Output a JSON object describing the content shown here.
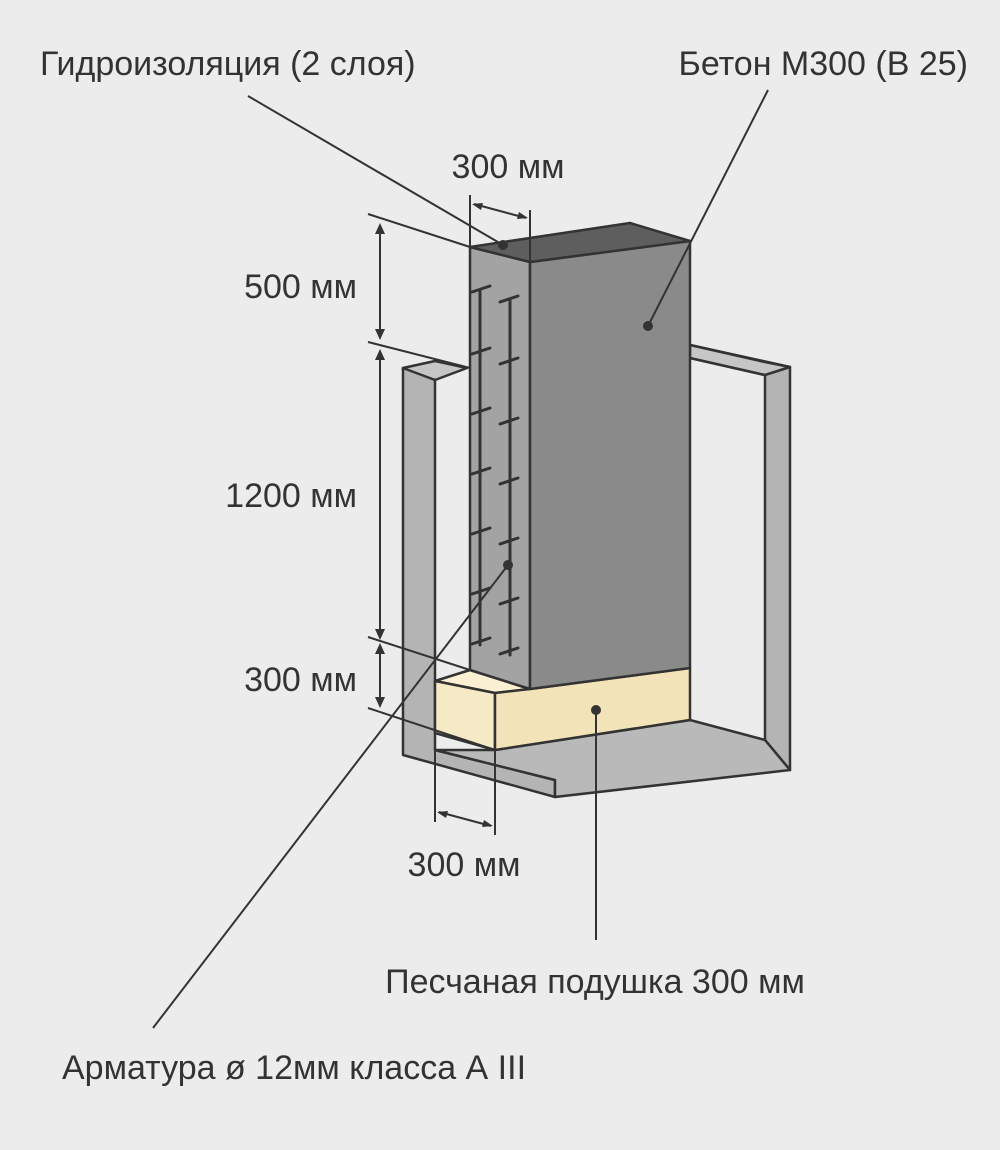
{
  "labels": {
    "waterproofing": "Гидроизоляция (2 слоя)",
    "concrete": "Бетон М300 (В 25)",
    "sand_cushion": "Песчаная подушка 300 мм",
    "rebar": "Арматура  ø 12мм класса А III"
  },
  "dimensions": {
    "top_width": "300 мм",
    "above_ground": "500 мм",
    "depth": "1200 мм",
    "sand_height": "300 мм",
    "bottom_width": "300 мм"
  },
  "colors": {
    "background": "#ececec",
    "pillar_front": "#8a8a8a",
    "pillar_side": "#a3a3a3",
    "pillar_top": "#5e5e5e",
    "pit": "#b4b4b4",
    "pit_edge": "#c6c6c6",
    "sand": "#f6eac6",
    "line": "#333333"
  }
}
